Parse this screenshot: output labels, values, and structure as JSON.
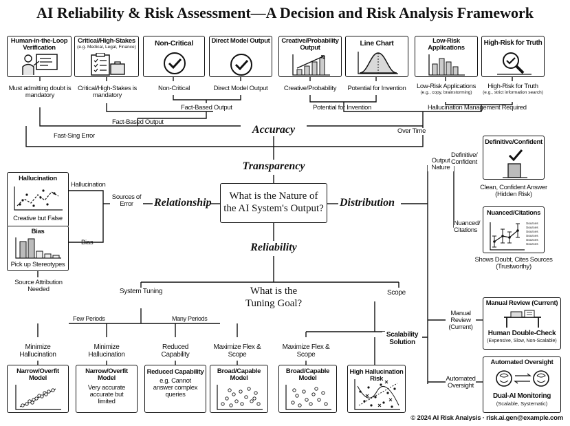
{
  "title": "AI Reliability & Risk Assessment—A Decision and Risk Analysis Framework",
  "center": {
    "question": "What is the Nature of the AI System's Output?",
    "accuracy": "Accuracy",
    "transparency": "Transparency",
    "relationship": "Relationship",
    "distribution": "Distribution",
    "reliability": "Reliability",
    "tuning_question": "What is the Tuning Goal?"
  },
  "top_cards": [
    {
      "title": "Human-in-the-Loop Verification",
      "caption": "Must admitting doubt is mandatory",
      "icon": "presenter-icon"
    },
    {
      "title": "Critical/High-Stakes",
      "subtitle": "(e.g. Medical, Legal, Finance)",
      "caption": "Critical/High-Stakes is mandatory",
      "icon": "clipboard-briefcase-icon"
    },
    {
      "title": "Non-Critical",
      "caption": "Non-Critical",
      "icon": "check-circle-icon"
    },
    {
      "title": "Direct Model Output",
      "caption": "Direct Model Output",
      "icon": "check-circle-icon"
    },
    {
      "title": "Creative/Probability Output",
      "caption": "Creative/Probability",
      "icon": "rising-bars-icon"
    },
    {
      "title": "Line Chart",
      "caption": "Potential for Invention",
      "icon": "bell-curve-icon"
    },
    {
      "title": "Low-Risk Applications",
      "caption": "Low-Risk Applications",
      "caption_sub": "(e.g., copy, brainstorming)",
      "icon": "bar-chart-icon"
    },
    {
      "title": "High-Risk for Truth",
      "caption": "High-Risk for Truth",
      "caption_sub": "(e.g., strict information search)",
      "icon": "magnifier-check-icon"
    }
  ],
  "top_labels": {
    "fact_based_output": "Fact-Based Output",
    "fact_based_output_2": "Fact-Based Output",
    "potential_for_invention": "Potential for Invention",
    "hallucination_management": "Hallucination Management Required",
    "fast_sing_error": "Fast-Sing Error",
    "over_time": "Over Time"
  },
  "left": {
    "hallucination_card": {
      "title": "Hallucination",
      "caption": "Creative but False"
    },
    "bias_card": {
      "title": "Bias",
      "caption": "Pick up Stereotypes"
    },
    "hallucination_label": "Hallucination",
    "bias_label": "Bias",
    "sources_of_error": "Sources of Error",
    "source_attribution": "Source Attribution Needed"
  },
  "right": {
    "output_nature": "Output Nature",
    "definitive_label": "Definitive/ Confident",
    "nuanced_label": "Nuanced/ Citations",
    "definitive_card": {
      "title": "Definitive/Confident",
      "caption": "Clean, Confident Answer (Hidden Risk)"
    },
    "nuanced_card": {
      "title": "Nuanced/Citations",
      "caption": "Shows Doubt, Cites Sources (Trustworthy)",
      "legend": [
        "Sources",
        "Sources",
        "Sources",
        "Sources",
        "Sources",
        "Sources"
      ]
    },
    "manual_review_label": "Manual Review (Current)",
    "automated_label": "Automated Oversight",
    "scalability": "Scalability Solution",
    "manual_card": {
      "title": "Manual Review (Current)",
      "caption": "Human Double-Check",
      "sub": "(Expensive, Slow, Non-Scalable)"
    },
    "automated_card": {
      "title": "Automated Oversight",
      "caption": "Dual-AI Monitoring",
      "sub": "(Scalable, Systematic)"
    }
  },
  "bottom": {
    "system_tuning": "System Tuning",
    "scope": "Scope",
    "few_periods": "Few Periods",
    "many_periods": "Many Periods",
    "branches": [
      "Minimize Hallucination",
      "Minimize Hallucination",
      "Reduced Capability",
      "Maximize Flex & Scope",
      "Maximize Flex & Scope"
    ],
    "cards": [
      {
        "title": "Narrow/Overfit Model",
        "body": ""
      },
      {
        "title": "Narrow/Overfit Model",
        "body": "Very accurate accurate but limited"
      },
      {
        "title": "Reduced Capability",
        "body": "e.g. Cannot answer complex queries"
      },
      {
        "title": "Broad/Capable Model",
        "body": ""
      },
      {
        "title": "Broad/Capable Model",
        "body": ""
      },
      {
        "title": "High Hallucination Risk",
        "body": ""
      }
    ]
  },
  "footer": "© 2024 AI Risk Analysis · risk.ai.gen@example.com"
}
